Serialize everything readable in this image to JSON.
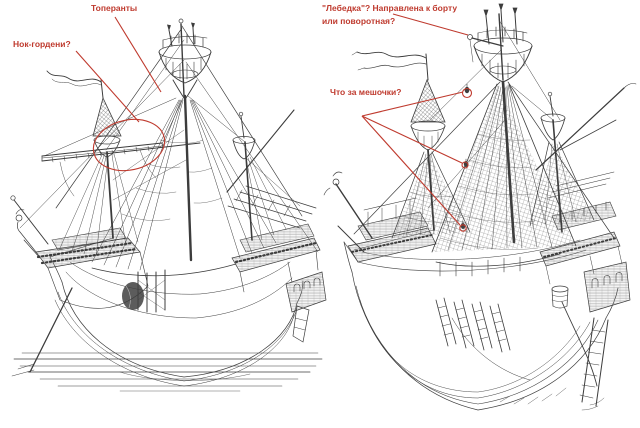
{
  "annotations": {
    "color": "#bf3a2e",
    "toperanty": {
      "text": "Топеранты"
    },
    "nok_gordeni": {
      "text": "Нок-гордени?"
    },
    "lebedka": {
      "line1": "\"Лебедка\"? Направлена к борту",
      "line2": "или поворотная?"
    },
    "meshochki": {
      "text": "Что за мешочки?"
    }
  }
}
